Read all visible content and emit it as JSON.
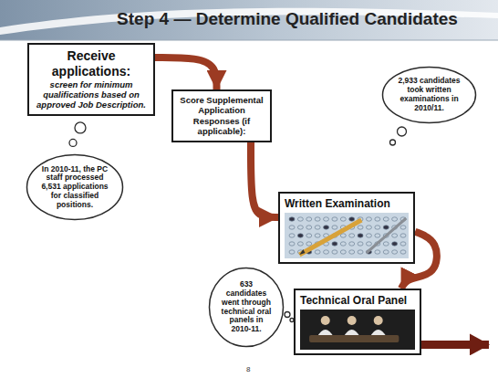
{
  "diagram": {
    "title": "Step 4 — Determine Qualified Candidates",
    "nodes": [
      {
        "text": [
          "Receive applications:",
          "screen for minimum qualifications based on approved Job Description."
        ]
      },
      {
        "text": [
          "Score Supplemental Application Responses (if applicable):"
        ]
      },
      {
        "text": [
          "2,933 candidates took written examinations in 2010/11."
        ]
      },
      {
        "text": [
          "In 2010-11, the PC staff processed 6,531 applications for classified positions."
        ]
      },
      {
        "text": [
          "Written Examination"
        ]
      },
      {
        "text": [
          "633 candidates went through technical oral panels in 2010-11."
        ]
      },
      {
        "text": [
          "Technical Oral Panel"
        ]
      }
    ],
    "edges": [
      {
        "from": 0,
        "to": 1,
        "arrow": "to"
      },
      {
        "from": 1,
        "to": 4,
        "arrow": "to"
      },
      {
        "from": 4,
        "to": 6,
        "arrow": "to"
      }
    ],
    "labels": [
      "8"
    ]
  }
}
